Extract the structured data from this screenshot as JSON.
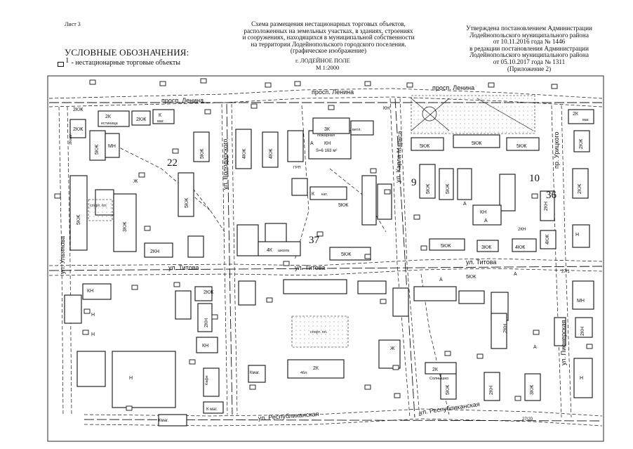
{
  "header": {
    "sheet_no": "Лист 3",
    "title_lines": [
      "Схема размещения нестационарных торговых объектов,",
      "расположенных на земельных участках, в зданиях, строениях",
      "и сооружениях, находящихся в муниципальной собственности",
      "на территории Лодейнопольского городского поселения.",
      "(графическое изображение)"
    ],
    "approval_lines": [
      "Утверждена постановлением Администрации",
      "Лодейнопольского муниципального района",
      "от 10.11.2016 года № 1446",
      "в редакции постановления Администрации",
      "Лодейнопольского муниципального района",
      "от 05.10.2017 года № 1311",
      "(Приложение 2)"
    ],
    "place": "г. ЛОДЕЙНОЕ ПОЛЕ",
    "scale": "М 1:2000"
  },
  "legend": {
    "title": "УСЛОВНЫЕ ОБОЗНАЧЕНИЯ:",
    "number": "1",
    "text": "- нестационарные торговые объекты"
  },
  "streets": {
    "lenina_a": "просп. Ленина",
    "lenina_b": "просп. Ленина",
    "lenina_c": "просп. Ленина",
    "titova_a": "ул. Титова",
    "titova_b": "ул. Титова",
    "titova_c": "ул. Титова",
    "respublikanskaya_a": "ул. Республиканская",
    "respublikanskaya_b": "ул. Республиканская",
    "volodarskogo_a": "ул. Володарского",
    "karla_marksa": "ул. Карла Маркса",
    "ulyanova": "ул. Ульянова",
    "urickogo": "пр. Урицкого",
    "pionerskaya": "ул. Пионерская"
  },
  "object_numbers": {
    "n1": "1",
    "n22": "22",
    "n9": "9",
    "n10": "10",
    "n36": "36",
    "n37": "37"
  },
  "map_labels": {
    "b1": "2К",
    "b2": "естиница",
    "b3": "2КЖ",
    "b4": "К",
    "b5": "маг.",
    "b6": "2КЖ",
    "b7": "КН",
    "b8": "3К",
    "b9": "пожарная",
    "b10": "ветл.",
    "b11": "А",
    "b12": "КН",
    "b13": "S=6 163 м²",
    "b14": "5КЖ",
    "b15": "4КЖ",
    "b16": "4КЖ",
    "b17": "5КЖ",
    "b18": "МН",
    "b19": "5КЖ",
    "b20": "спорт. пл.",
    "b21": "3КЖ",
    "b22": "5КЖ",
    "b23": "К",
    "b24": "кат.",
    "b25": "5КЖ",
    "b26": "5КЖ",
    "b27": "5КЖ",
    "b28": "5КЖ",
    "b29": "5КЖ",
    "b30": "КН",
    "b31": "А",
    "b32": "2КН",
    "b33": "4К",
    "b34": "школа",
    "b35": "5КЖ",
    "b36": "2КН",
    "b37": "5КЖ",
    "b38": "3КЖ",
    "b39": "4КЖ",
    "b40": "4КЖ",
    "b41": "5КЖ",
    "b42": "2КН",
    "b43": "2КЖ",
    "b44": "2КН",
    "b45": "спорт. пл.",
    "b46": "2К",
    "b47": "4бл.",
    "b48": "КН",
    "b49": "Кмаг.",
    "b50": "Кафе",
    "b51": "К маг.",
    "b52": "Кмаг.",
    "b53": "2К",
    "b54": "Солнышко",
    "b55": "5КЖ",
    "b56": "2КН",
    "b57": "3КЖ",
    "b58": "2К",
    "b59": "маг.",
    "b60": "2КЖ",
    "b61": "2КЖ",
    "b62": "Н",
    "b63": "МН",
    "b64": "2КН",
    "b65": "Н",
    "b66": "Ж",
    "b67": "А",
    "b68": "А",
    "b69": "А",
    "b70": "2КЖ",
    "b71": "27/20",
    "b72": "27/1",
    "b73": "5КЖ",
    "b74": "2КН",
    "b75": "2Кмаг.",
    "b76": "ГРП",
    "b77": "А",
    "b78": "КН",
    "b79": "Н",
    "b80": "Н",
    "b81": "Ж",
    "b82": "Н"
  }
}
